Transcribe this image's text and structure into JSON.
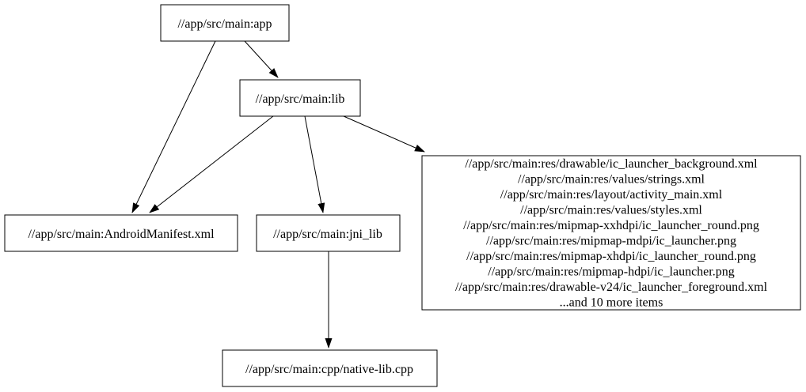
{
  "diagram": {
    "type": "dependency-graph",
    "background_color": "#ffffff",
    "node_fill_color": "#ffffff",
    "node_border_color": "#000000",
    "edge_color": "#000000",
    "text_color": "#000000",
    "nodes": {
      "app": {
        "label": "//app/src/main:app"
      },
      "lib": {
        "label": "//app/src/main:lib"
      },
      "manifest": {
        "label": "//app/src/main:AndroidManifest.xml"
      },
      "jni_lib": {
        "label": "//app/src/main:jni_lib"
      },
      "res_group": {
        "lines": [
          "//app/src/main:res/drawable/ic_launcher_background.xml",
          "//app/src/main:res/values/strings.xml",
          "//app/src/main:res/layout/activity_main.xml",
          "//app/src/main:res/values/styles.xml",
          "//app/src/main:res/mipmap-xxhdpi/ic_launcher_round.png",
          "//app/src/main:res/mipmap-mdpi/ic_launcher.png",
          "//app/src/main:res/mipmap-xhdpi/ic_launcher_round.png",
          "//app/src/main:res/mipmap-hdpi/ic_launcher.png",
          "//app/src/main:res/drawable-v24/ic_launcher_foreground.xml",
          "...and 10 more items"
        ]
      },
      "cpp": {
        "label": "//app/src/main:cpp/native-lib.cpp"
      }
    },
    "edges": [
      {
        "from": "app",
        "to": "lib"
      },
      {
        "from": "app",
        "to": "manifest"
      },
      {
        "from": "lib",
        "to": "manifest"
      },
      {
        "from": "lib",
        "to": "jni_lib"
      },
      {
        "from": "lib",
        "to": "res_group"
      },
      {
        "from": "jni_lib",
        "to": "cpp"
      }
    ]
  }
}
